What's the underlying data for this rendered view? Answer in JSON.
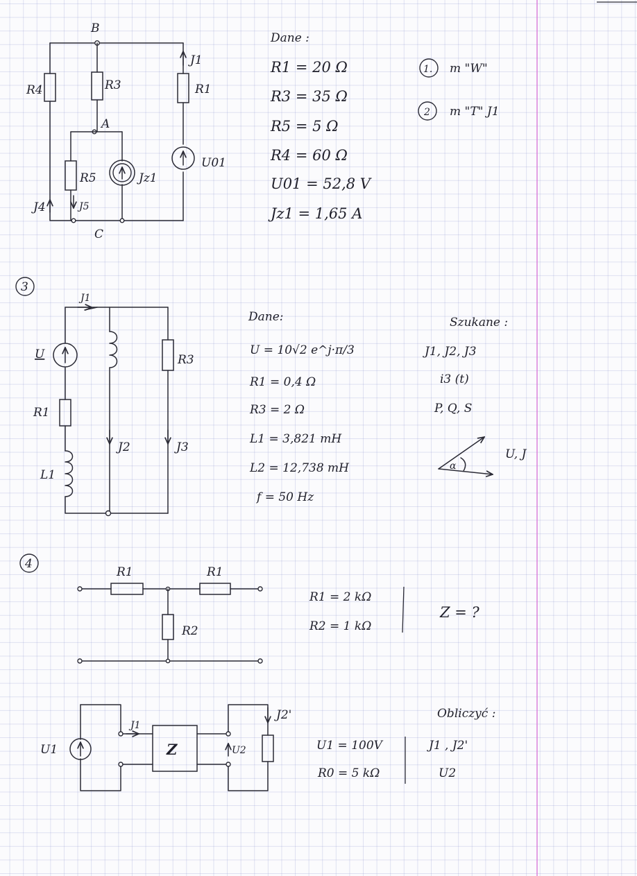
{
  "problem1": {
    "node_b": "B",
    "node_a": "A",
    "node_c": "C",
    "r4": "R4",
    "r3": "R3",
    "r1": "R1",
    "r5": "R5",
    "i1": "J1",
    "i4": "J4",
    "i5": "J5",
    "iz": "Jz1",
    "u01": "U01",
    "given_title": "Dane :",
    "given": [
      "R1 = 20 Ω",
      "R3 = 35 Ω",
      "R5 = 5 Ω",
      "R4 = 60 Ω",
      "U01 = 52,8 V",
      "Jz1 = 1,65 A"
    ],
    "tasks": [
      {
        "num": "1.",
        "text": "m \"W\""
      },
      {
        "num": "2",
        "text": "m \"T\" J1"
      }
    ]
  },
  "problem3": {
    "num": "3",
    "u": "U",
    "r1": "R1",
    "l1": "L1",
    "r3": "R3",
    "i1": "J1",
    "i2": "J2",
    "i3": "J3",
    "given_title": "Dane:",
    "given": [
      "U = 10√2 e^j·π/3",
      "R1 = 0,4 Ω",
      "R3 = 2 Ω",
      "L1 = 3,821 mH",
      "L2 = 12,738 mH",
      "f = 50 Hz"
    ],
    "wanted_title": "Szukane :",
    "wanted": [
      "J1, J2, J3",
      "i3 (t)",
      "P, Q, S"
    ],
    "phasor_label": "U, J",
    "angle_label": "α"
  },
  "problem4": {
    "num": "4",
    "r1_left": "R1",
    "r1_right": "R1",
    "r2": "R2",
    "given": [
      "R1 = 2 kΩ",
      "R2 = 1 kΩ"
    ],
    "question": "Z = ?",
    "u1": "U1",
    "i1": "J1",
    "z": "Z",
    "i2": "J2'",
    "u2": "U2",
    "given2": [
      "U1 = 100V",
      "R0 = 5 kΩ"
    ],
    "compute_title": "Obliczyć :",
    "compute": [
      "J1 , J2'",
      "U2"
    ]
  }
}
